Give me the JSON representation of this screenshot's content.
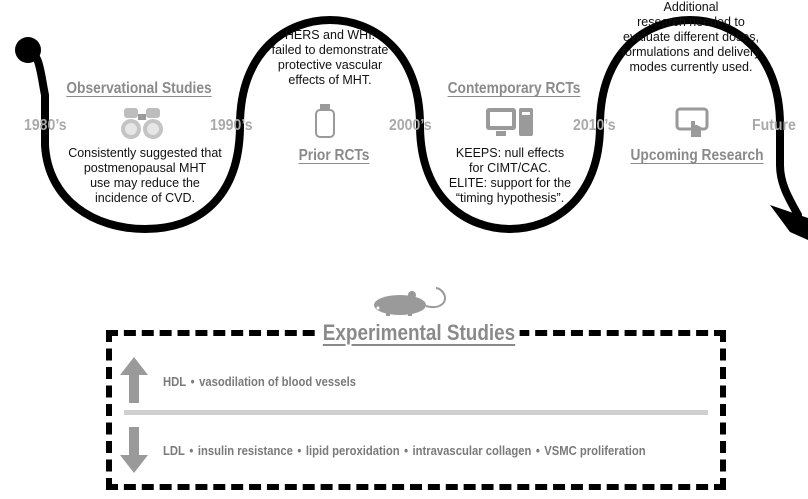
{
  "eras": [
    {
      "title": "Observational Studies",
      "lines": [
        "Consistently suggested that",
        "postmenopausal MHT",
        "use may reduce the",
        "incidence of CVD."
      ],
      "icon": "binoculars-icon"
    },
    {
      "title": "Prior RCTs",
      "lines": [
        "HERS and WHI:",
        "failed to demonstrate",
        "protective vascular",
        "effects of MHT."
      ],
      "icon": "pill-bottle-icon"
    },
    {
      "title": "Contemporary RCTs",
      "lines": [
        "KEEPS: null effects",
        "for CIMT/CAC.",
        "ELITE: support for the",
        "“timing hypothesis”."
      ],
      "icon": "computer-icon"
    },
    {
      "title": "Upcoming Research",
      "lines": [
        "Additional",
        "research needed to",
        "evaluate different doses,",
        "formulations and delivery",
        "modes currently used."
      ],
      "icon": "tablet-icon"
    }
  ],
  "decades": [
    "1980’s",
    "1990’s",
    "2000’s",
    "2010’s",
    "Future"
  ],
  "experimental": {
    "title": "Experimental Studies",
    "icon": "mouse-icon",
    "increase": [
      "HDL",
      "vasodilation of blood vessels"
    ],
    "decrease": [
      "LDL",
      "insulin resistance",
      "lipid peroxidation",
      "intravascular collagen",
      "VSMC proliferation"
    ],
    "separator": "•"
  },
  "colors": {
    "line": "#000000",
    "title_gray": "#8a8a8a",
    "decade_gray": "#a9a9a9",
    "arrow_gray": "#9a9a9a",
    "divider": "#cfcfcf"
  }
}
